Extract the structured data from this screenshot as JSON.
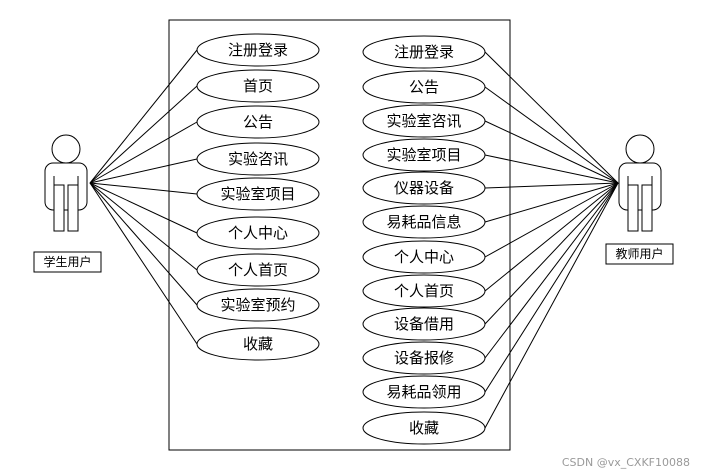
{
  "diagram": {
    "actors": {
      "student": {
        "label": "学生用户"
      },
      "teacher": {
        "label": "教师用户"
      }
    },
    "student_use_cases": [
      "注册登录",
      "首页",
      "公告",
      "实验咨讯",
      "实验室项目",
      "个人中心",
      "个人首页",
      "实验室预约",
      "收藏"
    ],
    "teacher_use_cases": [
      "注册登录",
      "公告",
      "实验室咨讯",
      "实验室项目",
      "仪器设备",
      "易耗品信息",
      "个人中心",
      "个人首页",
      "设备借用",
      "设备报修",
      "易耗品领用",
      "收藏"
    ]
  },
  "watermark": "CSDN @vx_CXKF10088",
  "colors": {
    "stroke": "#000000",
    "background": "#ffffff",
    "watermark": "#9a9a9a"
  }
}
